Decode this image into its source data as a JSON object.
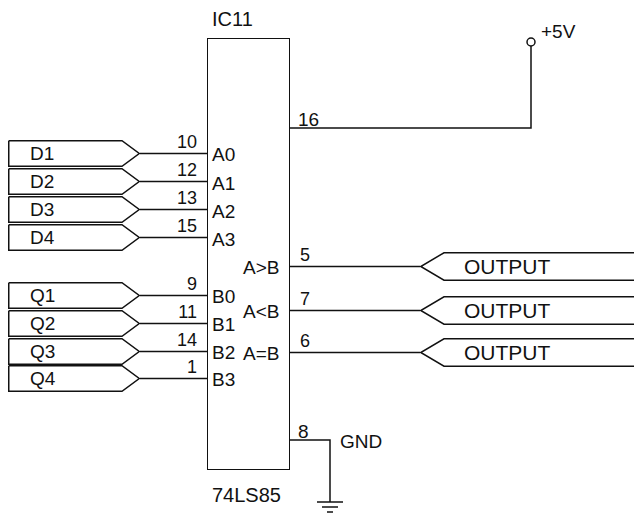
{
  "diagram": {
    "nodes": [
      {
        "text": [
          "IC11",
          "74LS85"
        ]
      },
      {
        "text": [
          "D1"
        ]
      },
      {
        "text": [
          "D2"
        ]
      },
      {
        "text": [
          "D3"
        ]
      },
      {
        "text": [
          "D4"
        ]
      },
      {
        "text": [
          "Q1"
        ]
      },
      {
        "text": [
          "Q2"
        ]
      },
      {
        "text": [
          "Q3"
        ]
      },
      {
        "text": [
          "Q4"
        ]
      },
      {
        "text": [
          "OUTPUT"
        ]
      },
      {
        "text": [
          "OUTPUT"
        ]
      },
      {
        "text": [
          "OUTPUT"
        ]
      }
    ],
    "edges": [
      {
        "from": 1,
        "to": 0,
        "arrow": "none",
        "label": "10"
      },
      {
        "from": 2,
        "to": 0,
        "arrow": "none",
        "label": "12"
      },
      {
        "from": 3,
        "to": 0,
        "arrow": "none",
        "label": "13"
      },
      {
        "from": 4,
        "to": 0,
        "arrow": "none",
        "label": "15"
      },
      {
        "from": 5,
        "to": 0,
        "arrow": "none",
        "label": "9"
      },
      {
        "from": 6,
        "to": 0,
        "arrow": "none",
        "label": "11"
      },
      {
        "from": 7,
        "to": 0,
        "arrow": "none",
        "label": "14"
      },
      {
        "from": 8,
        "to": 0,
        "arrow": "none",
        "label": "1"
      },
      {
        "from": 0,
        "to": 9,
        "arrow": "none",
        "label": "5"
      },
      {
        "from": 0,
        "to": 10,
        "arrow": "none",
        "label": "7"
      },
      {
        "from": 0,
        "to": 11,
        "arrow": "none",
        "label": "6"
      }
    ],
    "labels": [
      "+5V",
      "16",
      "A0",
      "A1",
      "A2",
      "A3",
      "B0",
      "B1",
      "B2",
      "B3",
      "A>B",
      "A<B",
      "A=B",
      "8",
      "GND"
    ]
  }
}
